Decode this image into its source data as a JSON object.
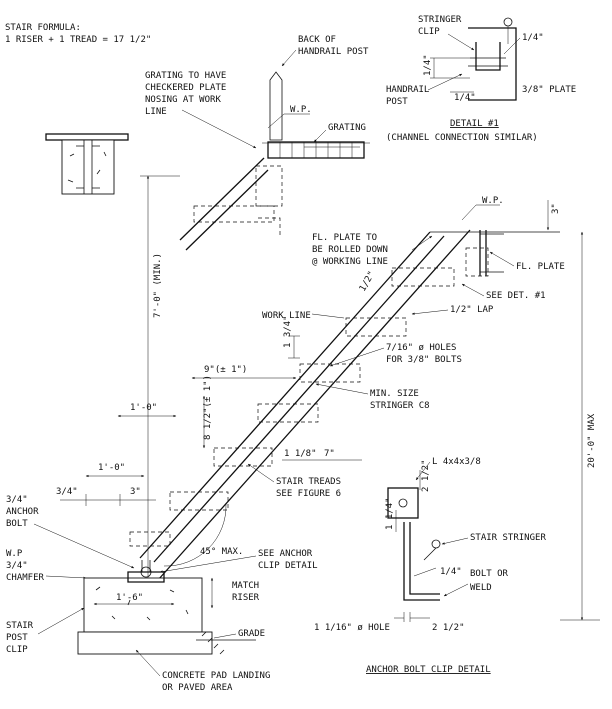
{
  "formula": {
    "line1": "STAIR FORMULA:",
    "line2": "1 RISER + 1 TREAD = 17 1/2\""
  },
  "labels": {
    "back_post_1": "BACK OF",
    "back_post_2": "HANDRAIL POST",
    "grating_1": "GRATING TO HAVE",
    "grating_2": "CHECKERED PLATE",
    "grating_3": "NOSING AT WORK",
    "grating_4": "LINE",
    "wp_top": "W.P.",
    "grating": "GRATING",
    "stringer_clip_1": "STRINGER",
    "stringer_clip_2": "CLIP",
    "quarter": "1/4\"",
    "handrail_post_1": "HANDRAIL",
    "handrail_post_2": "POST",
    "plate_3_8": "3/8\" PLATE",
    "detail1_title": "DETAIL #1",
    "detail1_sub": "(CHANNEL CONNECTION SIMILAR)",
    "wp_right": "W.P.",
    "dim_3": "3\"",
    "flplate_1": "FL. PLATE TO",
    "flplate_2": "BE ROLLED DOWN",
    "flplate_3": "@ WORKING LINE",
    "fl_plate": "FL. PLATE",
    "half": "1/2\"",
    "see_det": "SEE DET. #1",
    "work_line": "WORK LINE",
    "half_lap": "1/2\" LAP",
    "one_three_quarter": "1 3/4\"",
    "holes_1": "7/16\" ø HOLES",
    "holes_2": "FOR 3/8\" BOLTS",
    "nine": "9\"(± 1\")",
    "min_size_1": "MIN. SIZE",
    "min_size_2": "STRINGER C8",
    "seven_min": "7'-0\" (MIN.)",
    "one_foot": "1'-0\"",
    "eight_half": "8 1/2\"(± 1\")",
    "one_one_eighth": "1 1/8\"",
    "seven": "7\"",
    "treads_1": "STAIR TREADS",
    "treads_2": "SEE FIGURE 6",
    "one_foot_b": "1'-0\"",
    "three_quarter_a": "3/4\"",
    "three_quarter_b": "3/4\"",
    "three": "3\"",
    "anchor_1": "ANCHOR",
    "anchor_2": "BOLT",
    "wp_bottom": "W.P",
    "chamfer_1": "3/4\"",
    "chamfer_2": "CHAMFER",
    "forty_five": "45° MAX.",
    "see_anchor_1": "SEE ANCHOR",
    "see_anchor_2": "CLIP DETAIL",
    "one_six": "1'-6\"",
    "match_1": "MATCH",
    "match_2": "RISER",
    "post_clip_1": "STAIR",
    "post_clip_2": "POST",
    "post_clip_3": "CLIP",
    "grade": "GRADE",
    "concrete_1": "CONCRETE PAD LANDING",
    "concrete_2": "OR PAVED AREA",
    "twenty_max": "20'-0\" MAX",
    "angle": "L 4x4x3/8",
    "two_half_a": "2 1/2\"",
    "one_quarter": "1 1/4\"",
    "stair_stringer": "STAIR STRINGER",
    "quarter_b": "1/4\"",
    "bolt_1": "BOLT OR",
    "bolt_2": "WELD",
    "hole": "1 1/16\" ø HOLE",
    "two_half_b": "2 1/2\"",
    "anchor_detail": "ANCHOR BOLT CLIP DETAIL"
  }
}
